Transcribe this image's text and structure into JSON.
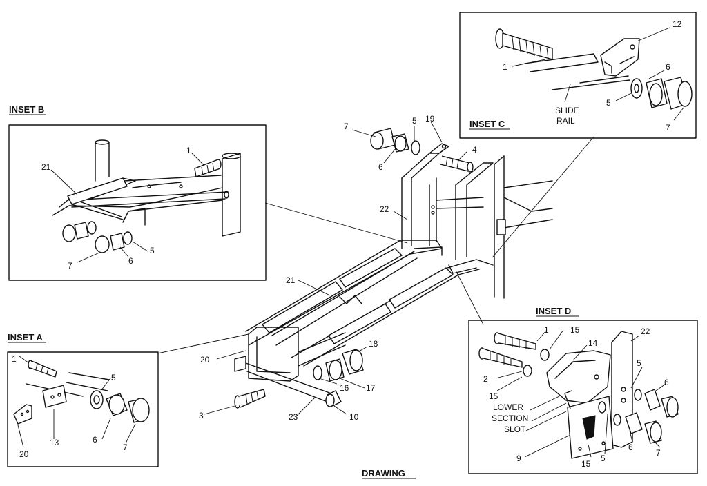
{
  "insets": {
    "a": {
      "title": "INSET A"
    },
    "b": {
      "title": "INSET B"
    },
    "c": {
      "title": "INSET C"
    },
    "d": {
      "title": "INSET D"
    }
  },
  "footer": {
    "title": "DRAWING"
  },
  "text_labels": {
    "slide": "SLIDE",
    "rail": "RAIL",
    "lower": "LOWER",
    "section": "SECTION",
    "slot": "SLOT"
  },
  "callouts": {
    "inset_b": [
      "1",
      "21",
      "5",
      "6",
      "7"
    ],
    "inset_a": [
      "1",
      "5",
      "6",
      "7",
      "13",
      "20"
    ],
    "inset_c": [
      "1",
      "12",
      "6",
      "5",
      "7"
    ],
    "inset_d": [
      "1",
      "15",
      "14",
      "22",
      "2",
      "15",
      "5",
      "6",
      "9",
      "15",
      "5",
      "6",
      "7"
    ],
    "main": [
      "7",
      "5",
      "19",
      "4",
      "6",
      "22",
      "21",
      "20",
      "18",
      "16",
      "17",
      "3",
      "23",
      "10"
    ]
  }
}
